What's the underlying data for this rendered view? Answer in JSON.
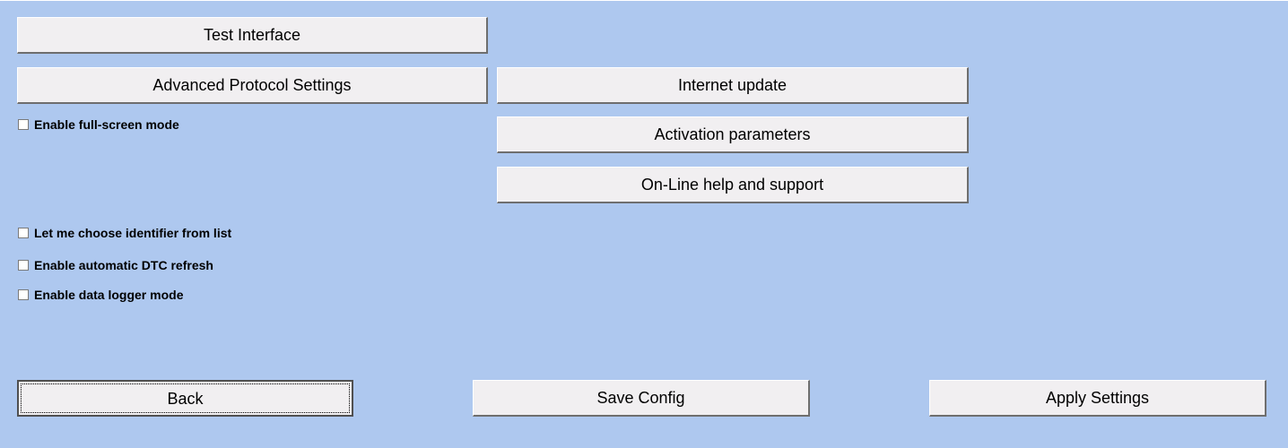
{
  "buttons": {
    "test_interface": "Test Interface",
    "advanced_protocol": "Advanced Protocol Settings",
    "internet_update": "Internet update",
    "activation_parameters": "Activation parameters",
    "online_help": "On-Line help and support",
    "back": "Back",
    "save_config": "Save Config",
    "apply_settings": "Apply Settings"
  },
  "checkboxes": {
    "fullscreen": {
      "label": "Enable full-screen mode",
      "checked": false
    },
    "choose_identifier": {
      "label": "Let me choose identifier from list",
      "checked": false
    },
    "dtc_refresh": {
      "label": "Enable automatic DTC refresh",
      "checked": false
    },
    "data_logger": {
      "label": "Enable data logger mode",
      "checked": false
    }
  },
  "colors": {
    "background": "#aec8ef",
    "button_face": "#f1eff1"
  }
}
